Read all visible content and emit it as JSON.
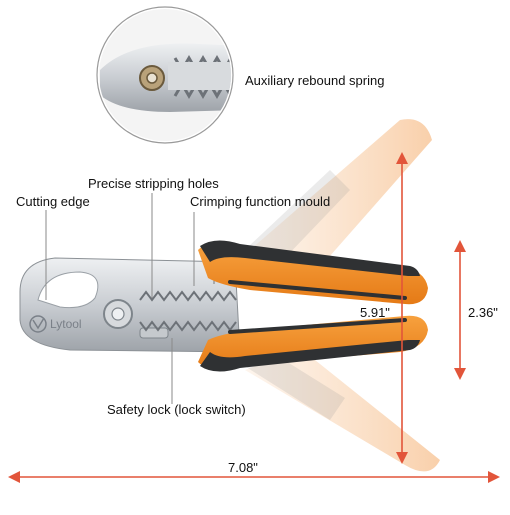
{
  "brand": {
    "logo_text": "Lytool"
  },
  "callouts": {
    "spring": "Auxiliary rebound spring",
    "stripping": "Precise stripping holes",
    "cutting": "Cutting edge",
    "crimping": "Crimping function mould",
    "lock": "Safety lock (lock switch)"
  },
  "dimensions": {
    "length": "7.08\"",
    "open_height": "5.91\"",
    "handle_height": "2.36\""
  },
  "colors": {
    "accent_orange": "#f08a24",
    "accent_arrow_red": "#e2553a",
    "handle_dark": "#2f3133",
    "steel": "#cfd2d6"
  }
}
